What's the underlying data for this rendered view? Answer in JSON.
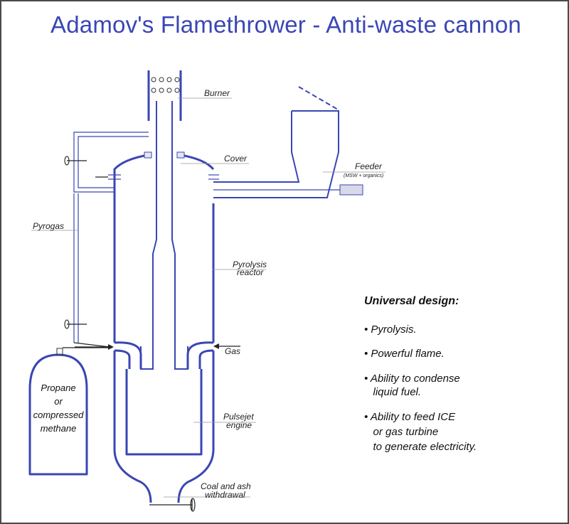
{
  "title": "Adamov's Flamethrower - Anti-waste cannon",
  "labels": {
    "burner": "Burner",
    "cover": "Cover",
    "feeder": "Feeder",
    "feeder_sub": "(MSW + organics)",
    "pyrogas": "Pyrogas",
    "pyrolysis_1": "Pyrolysis",
    "pyrolysis_2": "reactor",
    "gas": "Gas",
    "pulsejet_1": "Pulsejet",
    "pulsejet_2": "engine",
    "coal_1": "Coal and ash",
    "coal_2": "withdrawal"
  },
  "tank_lines": [
    "Propane",
    "or",
    "compressed",
    "methane"
  ],
  "features": {
    "heading": "Universal design:",
    "items": [
      [
        "• Pyrolysis."
      ],
      [
        "• Powerful flame."
      ],
      [
        "• Ability to condense",
        "   liquid fuel."
      ],
      [
        "• Ability to feed ICE",
        "   or gas turbine",
        "   to generate electricity."
      ]
    ]
  },
  "colors": {
    "line": "#3a46b4",
    "title": "#3a46b4",
    "border": "#4a4a4a"
  }
}
